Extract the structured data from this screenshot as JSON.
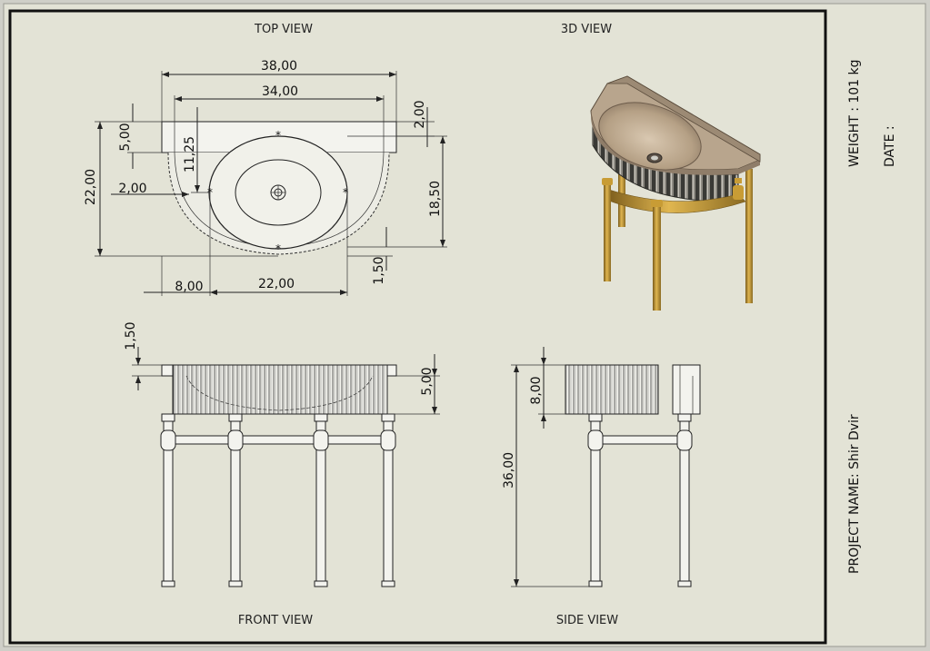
{
  "views": {
    "top": "TOP VIEW",
    "iso": "3D VIEW",
    "front": "FRONT VIEW",
    "side": "SIDE VIEW"
  },
  "title_block": {
    "weight": "WEIGHT : 101 kg",
    "date": "DATE :",
    "project": "PROJECT NAME:  Shir Dvir"
  },
  "dimensions": {
    "top": {
      "overall_width": "38,00",
      "inner_width": "34,00",
      "rim": "2,00",
      "depth": "22,00",
      "back_offset": "5,00",
      "center": "11,25",
      "side_gap": "2,00",
      "bowl_depth": "18,50",
      "front_gap": "1,50",
      "left_offset": "8,00",
      "bowl_width": "22,00"
    },
    "front": {
      "slab": "1,50",
      "apron": "5,00"
    },
    "side": {
      "apron": "8,00",
      "height": "36,00"
    }
  },
  "colors": {
    "sheet": "#e3e3d6",
    "stone": "#b9a58e",
    "brass": "#c59a3a"
  }
}
